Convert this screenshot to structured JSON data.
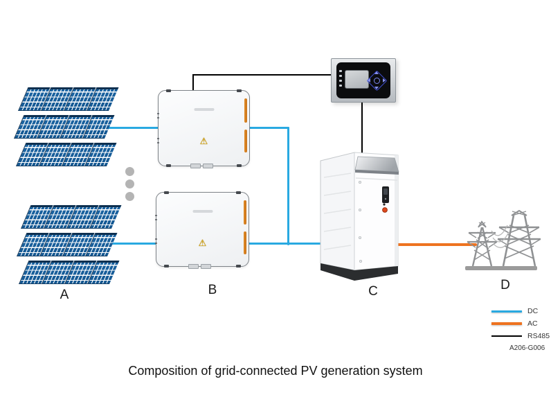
{
  "caption": "Composition of grid-connected PV generation system",
  "doc_code": "A206-G006",
  "component_labels": {
    "pv_array": "A",
    "inverters": "B",
    "transformer_cabinet": "C",
    "power_grid": "D"
  },
  "legend": {
    "items": [
      {
        "label": "DC",
        "color": "#29a9e1"
      },
      {
        "label": "AC",
        "color": "#ee7320"
      },
      {
        "label": "RS485",
        "color": "#000000"
      }
    ]
  },
  "icons": {
    "warning": "⚠"
  },
  "pv": {
    "rows": 3,
    "panels_per_row": 4,
    "row_offsets": [
      6,
      0,
      3
    ]
  },
  "ellipsis_dots": 3,
  "colors": {
    "dc_line": "#29a9e1",
    "ac_line": "#ee7320",
    "rs485_line": "#000000",
    "panel_blue": "#19609e",
    "tower_gray": "#8f9193"
  }
}
